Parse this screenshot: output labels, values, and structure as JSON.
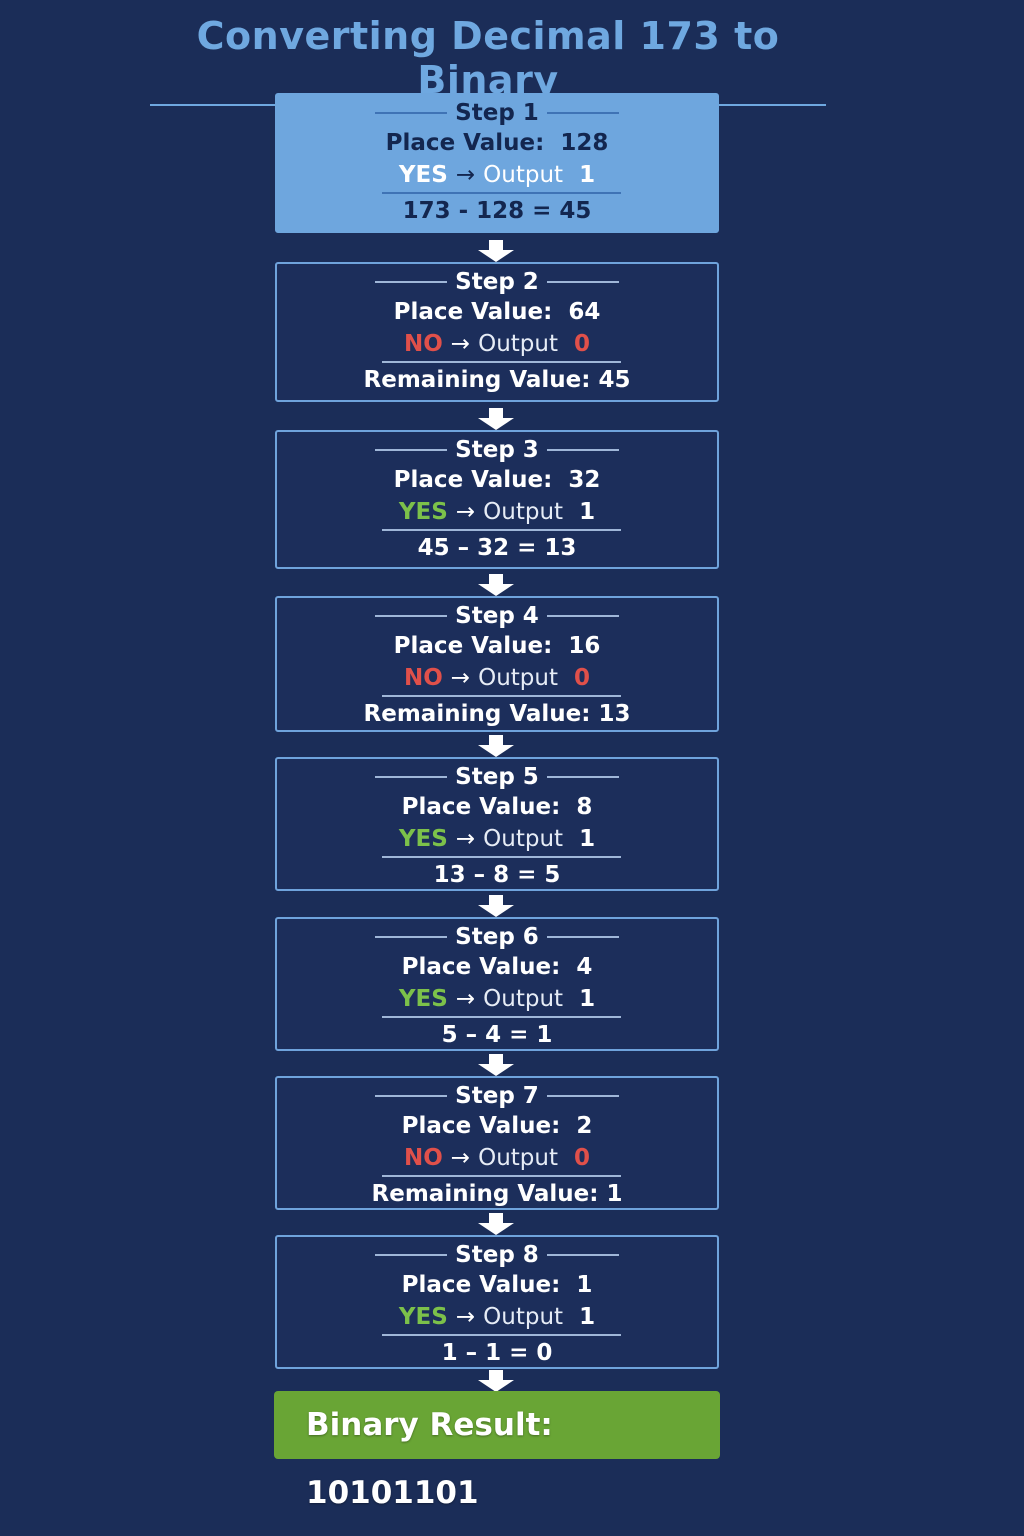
{
  "title": "Converting Decimal 173 to Binary",
  "labels": {
    "place_value": "Place Value:",
    "output": "Output",
    "arrow": "→",
    "remaining": "Remaining Value:"
  },
  "steps": [
    {
      "step": "Step 1",
      "place_value": "128",
      "decision": "YES",
      "output": "1",
      "result": "173 - 128  =  45"
    },
    {
      "step": "Step 2",
      "place_value": "64",
      "decision": "NO",
      "output": "0",
      "result": "Remaining Value:  45"
    },
    {
      "step": "Step 3",
      "place_value": "32",
      "decision": "YES",
      "output": "1",
      "result": "45 – 32 = 13"
    },
    {
      "step": "Step 4",
      "place_value": "16",
      "decision": "NO",
      "output": "0",
      "result": "Remaining Value:  13"
    },
    {
      "step": "Step 5",
      "place_value": "8",
      "decision": "YES",
      "output": "1",
      "result": "13 – 8 = 5"
    },
    {
      "step": "Step 6",
      "place_value": "4",
      "decision": "YES",
      "output": "1",
      "result": "5 – 4 = 1"
    },
    {
      "step": "Step 7",
      "place_value": "2",
      "decision": "NO",
      "output": "0",
      "result": "Remaining Value:  1"
    },
    {
      "step": "Step 8",
      "place_value": "1",
      "decision": "YES",
      "output": "1",
      "result": "1 – 1 = 0"
    }
  ],
  "final_result": "Binary Result: 10101101",
  "colors": {
    "background": "#1b2d58",
    "highlight_box": "#6ea6de",
    "yes": "#7cc14a",
    "no": "#e0504a",
    "result_box": "#69a535",
    "title": "#6fa8e0"
  }
}
